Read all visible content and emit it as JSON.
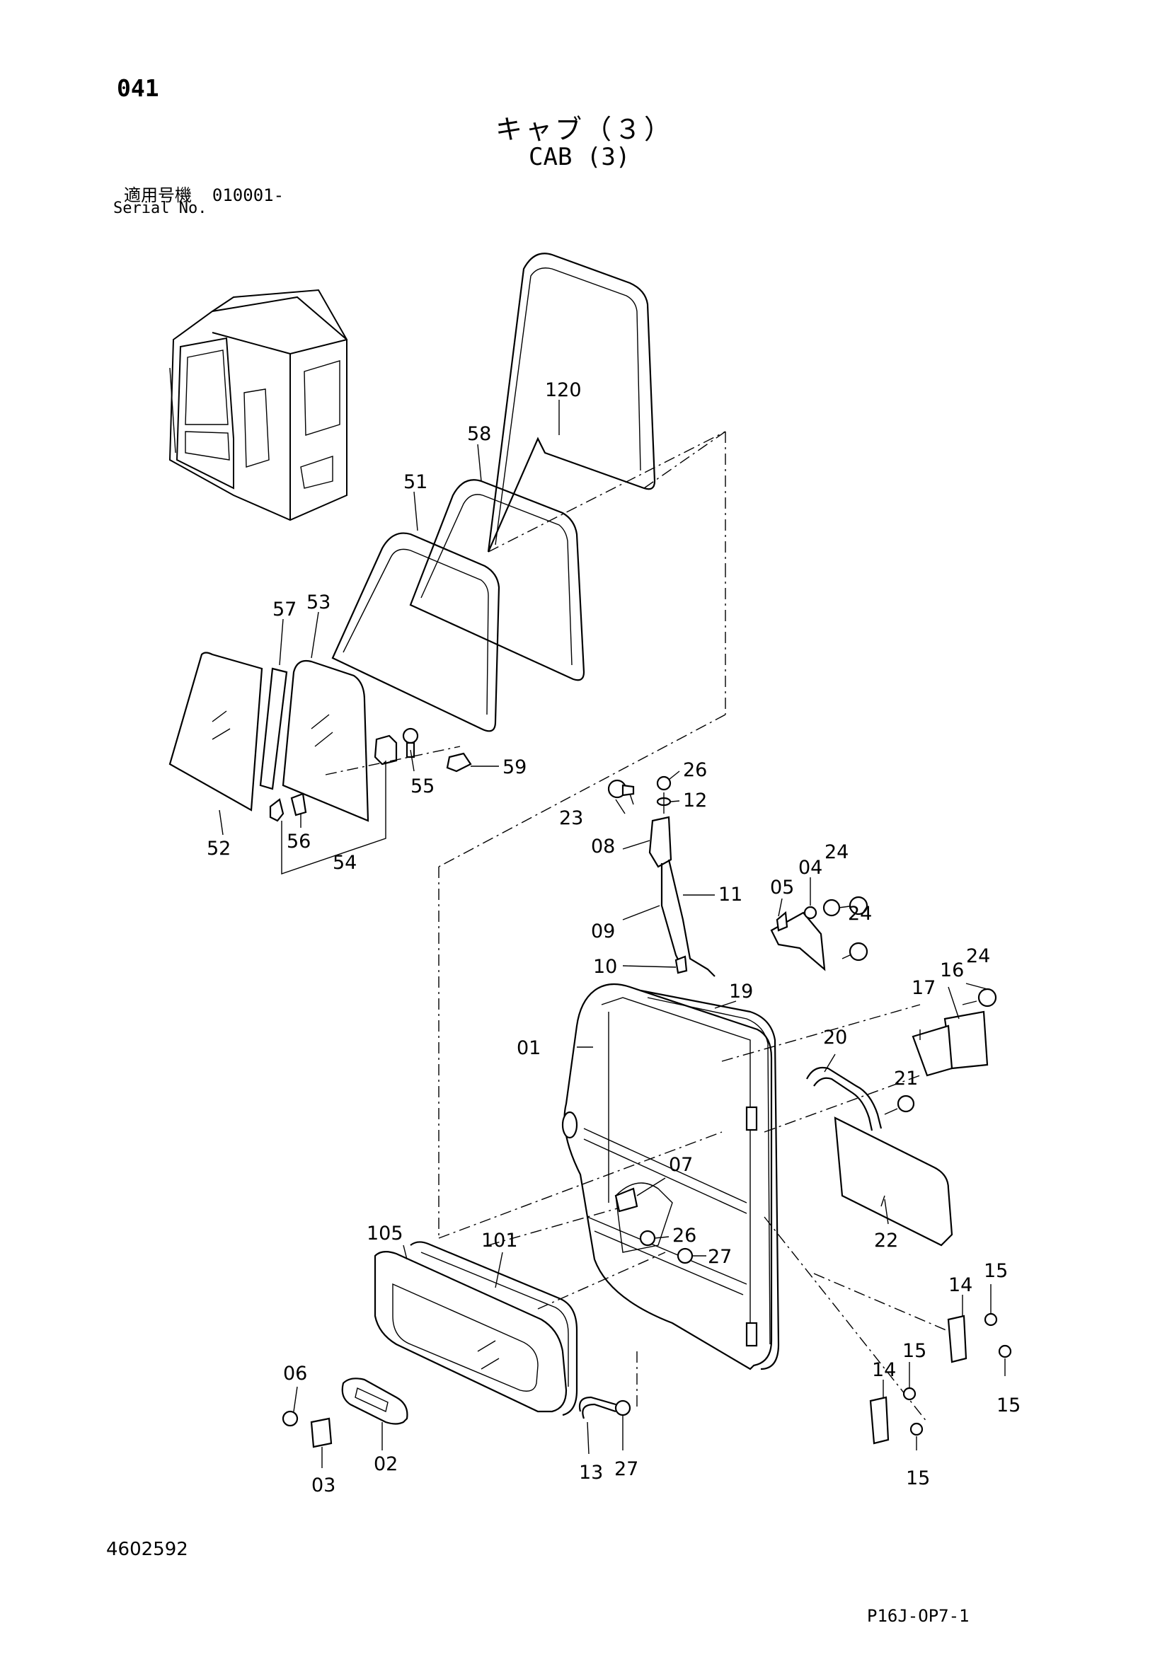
{
  "header": {
    "page_number": "041",
    "title_jp": "キャブ（３）",
    "title_en": "CAB (3)",
    "serial_label_jp": "適用号機",
    "serial_range": "010001-",
    "serial_label_en": "Serial No."
  },
  "footer": {
    "drawing_number": "4602592",
    "sheet_code": "P16J-OP7-1"
  },
  "callouts": [
    {
      "id": "c120",
      "label": "120"
    },
    {
      "id": "c58",
      "label": "58"
    },
    {
      "id": "c51",
      "label": "51"
    },
    {
      "id": "c57",
      "label": "57"
    },
    {
      "id": "c53",
      "label": "53"
    },
    {
      "id": "c59",
      "label": "59"
    },
    {
      "id": "c55",
      "label": "55"
    },
    {
      "id": "c56",
      "label": "56"
    },
    {
      "id": "c52",
      "label": "52"
    },
    {
      "id": "c54",
      "label": "54"
    },
    {
      "id": "c26a",
      "label": "26"
    },
    {
      "id": "c12",
      "label": "12"
    },
    {
      "id": "c23",
      "label": "23"
    },
    {
      "id": "c08",
      "label": "08"
    },
    {
      "id": "c11",
      "label": "11"
    },
    {
      "id": "c09",
      "label": "09"
    },
    {
      "id": "c10",
      "label": "10"
    },
    {
      "id": "c05",
      "label": "05"
    },
    {
      "id": "c04",
      "label": "04"
    },
    {
      "id": "c24a",
      "label": "24"
    },
    {
      "id": "c24b",
      "label": "24"
    },
    {
      "id": "c24c",
      "label": "24"
    },
    {
      "id": "c16",
      "label": "16"
    },
    {
      "id": "c17",
      "label": "17"
    },
    {
      "id": "c19",
      "label": "19"
    },
    {
      "id": "c01",
      "label": "01"
    },
    {
      "id": "c20",
      "label": "20"
    },
    {
      "id": "c21",
      "label": "21"
    },
    {
      "id": "c07",
      "label": "07"
    },
    {
      "id": "c22",
      "label": "22"
    },
    {
      "id": "c105",
      "label": "105"
    },
    {
      "id": "c101",
      "label": "101"
    },
    {
      "id": "c26b",
      "label": "26"
    },
    {
      "id": "c27a",
      "label": "27"
    },
    {
      "id": "c14a",
      "label": "14"
    },
    {
      "id": "c15a",
      "label": "15"
    },
    {
      "id": "c15b",
      "label": "15"
    },
    {
      "id": "c14b",
      "label": "14"
    },
    {
      "id": "c15c",
      "label": "15"
    },
    {
      "id": "c15d",
      "label": "15"
    },
    {
      "id": "c06",
      "label": "06"
    },
    {
      "id": "c02",
      "label": "02"
    },
    {
      "id": "c03",
      "label": "03"
    },
    {
      "id": "c13",
      "label": "13"
    },
    {
      "id": "c27b",
      "label": "27"
    }
  ]
}
